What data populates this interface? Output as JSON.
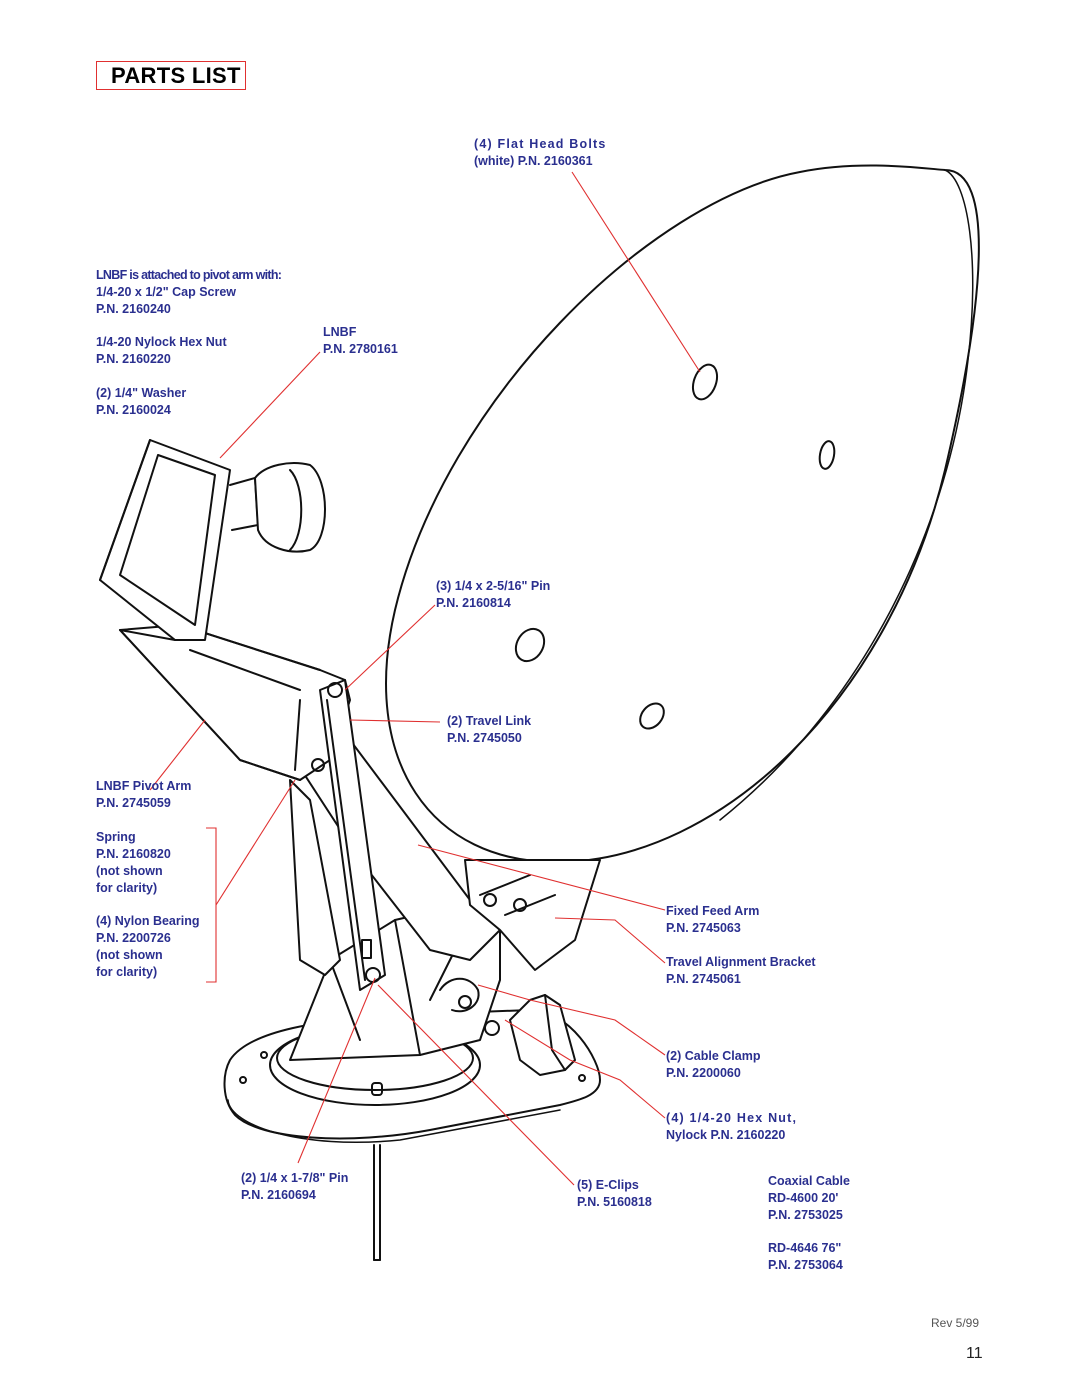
{
  "title": "PARTS LIST",
  "labels": {
    "flat_head_bolts": [
      "(4)  Flat  Head  Bolts",
      "(white) P.N. 2160361"
    ],
    "lnbf_attach": [
      "LNBF is attached to pivot arm with:",
      "1/4-20 x 1/2\" Cap Screw",
      "P.N. 2160240"
    ],
    "nylock_hex_nut": [
      "1/4-20 Nylock Hex Nut",
      "P.N. 2160220"
    ],
    "washer": [
      "(2) 1/4\" Washer",
      "P.N. 2160024"
    ],
    "lnbf": [
      "LNBF",
      "P.N. 2780161"
    ],
    "pin_3": [
      "(3) 1/4 x 2-5/16\" Pin",
      "P.N. 2160814"
    ],
    "travel_link": [
      "(2) Travel Link",
      "P.N. 2745050"
    ],
    "lnbf_pivot_arm": [
      "LNBF Pivot Arm",
      "P.N. 2745059"
    ],
    "spring": [
      "Spring",
      "P.N. 2160820",
      "(not shown",
      "for clarity)"
    ],
    "nylon_bearing": [
      "(4) Nylon Bearing",
      "P.N. 2200726",
      "(not shown",
      "for clarity)"
    ],
    "fixed_feed_arm": [
      "Fixed Feed Arm",
      "P.N. 2745063"
    ],
    "travel_alignment_bracket": [
      "Travel Alignment Bracket",
      "P.N. 2745061"
    ],
    "cable_clamp": [
      "(2) Cable Clamp",
      "P.N. 2200060"
    ],
    "hex_nut_4": [
      "(4)  1/4-20  Hex  Nut,",
      "Nylock P.N. 2160220"
    ],
    "pin_2": [
      "(2) 1/4 x 1-7/8\" Pin",
      "P.N. 2160694"
    ],
    "e_clips": [
      "(5) E-Clips",
      "P.N. 5160818"
    ],
    "coaxial_cable": [
      "Coaxial Cable",
      "RD-4600 20'",
      "P.N. 2753025"
    ],
    "rd_4646": [
      "RD-4646 76\"",
      "P.N. 2753064"
    ]
  },
  "footer": {
    "revision": "Rev 5/99",
    "page_number": "11"
  },
  "colors": {
    "label_text": "#2a2f8f",
    "leader_line": "#e03030",
    "title_border": "#e03030"
  }
}
